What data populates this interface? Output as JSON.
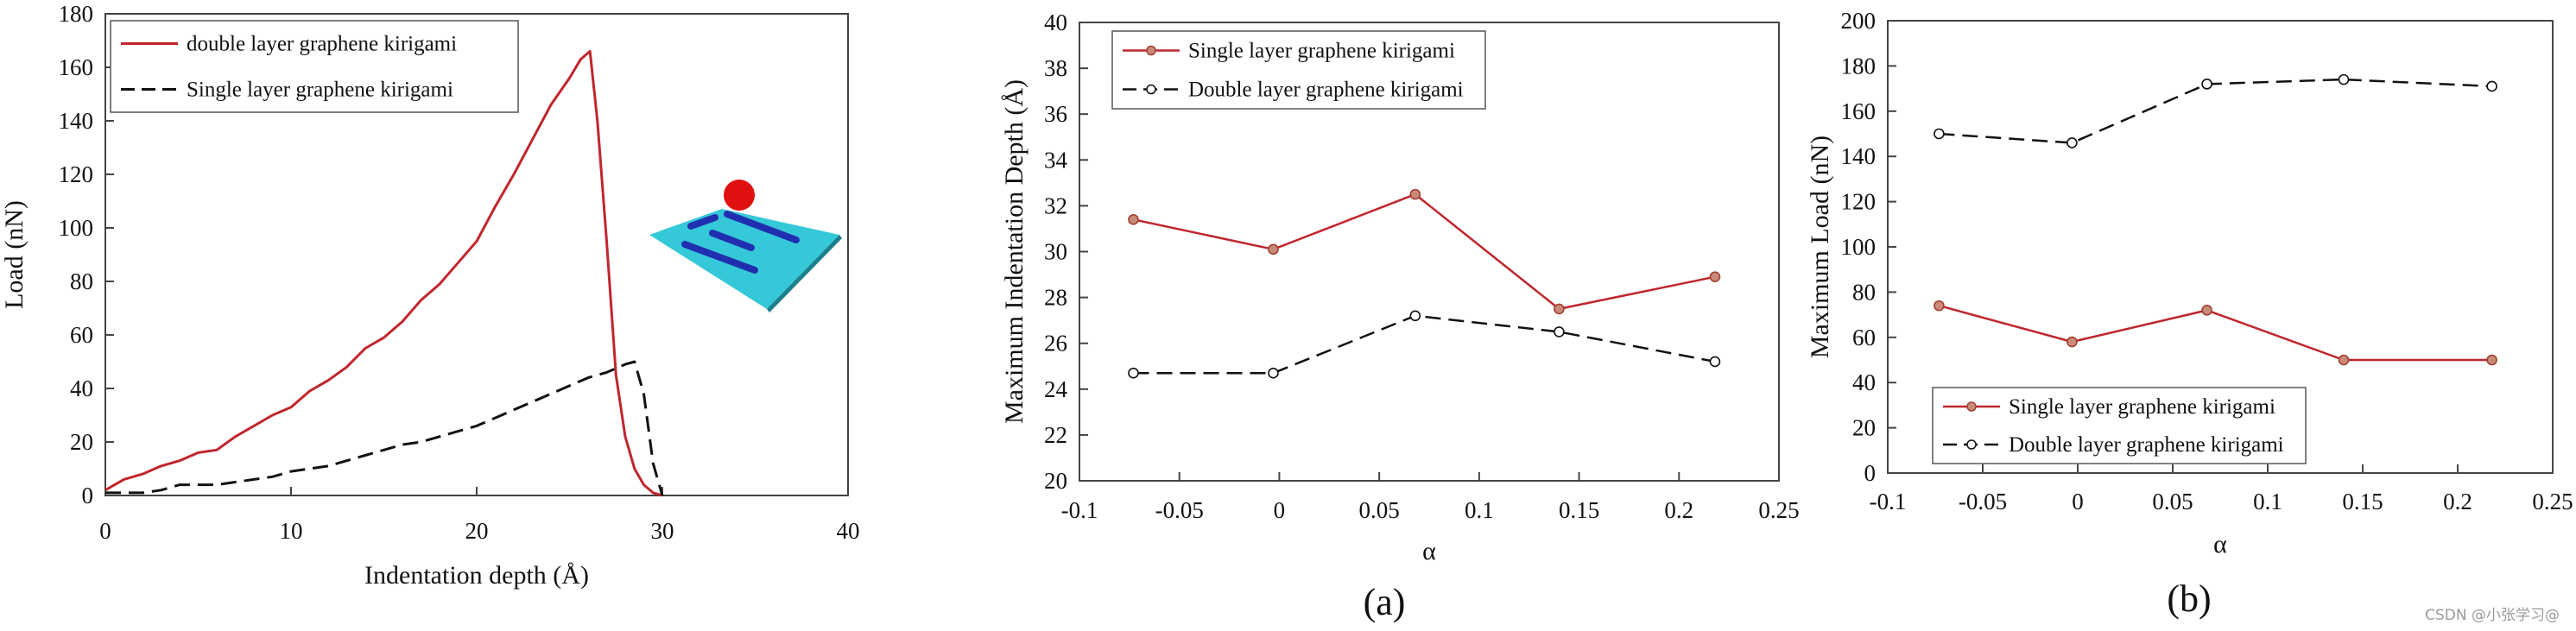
{
  "chart_data": [
    {
      "type": "line",
      "title": "",
      "xlabel": "Indentation depth (Å)",
      "ylabel": "Load (nN)",
      "xlim": [
        0,
        40
      ],
      "ylim": [
        0,
        180
      ],
      "xticks": [
        0,
        10,
        20,
        30,
        40
      ],
      "yticks": [
        0,
        20,
        40,
        60,
        80,
        100,
        120,
        140,
        160,
        180
      ],
      "grid": false,
      "legend_position": "top-left",
      "series": [
        {
          "name": "double layer graphene kirigami",
          "color": "#c0262d",
          "dash": "solid",
          "marker": "none",
          "x": [
            0,
            1,
            2,
            3,
            4,
            5,
            6,
            7,
            8,
            9,
            10,
            11,
            12,
            13,
            14,
            15,
            16,
            17,
            18,
            19,
            20,
            21,
            22,
            23,
            24,
            25,
            25.6,
            26.1,
            26.5,
            27,
            27.5,
            28,
            28.5,
            29,
            29.5,
            30
          ],
          "y": [
            2,
            6,
            8,
            11,
            13,
            16,
            17,
            22,
            26,
            30,
            33,
            39,
            43,
            48,
            55,
            59,
            65,
            73,
            79,
            87,
            95,
            108,
            120,
            133,
            146,
            156,
            163,
            166,
            140,
            95,
            45,
            22,
            10,
            4,
            1,
            0
          ]
        },
        {
          "name": "Single layer graphene kirigami",
          "color": "#111111",
          "dash": "dashed",
          "marker": "none",
          "x": [
            0,
            1,
            2,
            3,
            4,
            5,
            6,
            7,
            8,
            9,
            10,
            11,
            12,
            13,
            14,
            15,
            16,
            17,
            18,
            19,
            20,
            21,
            22,
            23,
            24,
            25,
            26,
            27,
            28,
            28.5,
            29,
            29.5,
            30
          ],
          "y": [
            1,
            1,
            1,
            2,
            4,
            4,
            4,
            5,
            6,
            7,
            9,
            10,
            11,
            13,
            15,
            17,
            19,
            20,
            22,
            24,
            26,
            29,
            32,
            35,
            38,
            41,
            44,
            46,
            49,
            50,
            38,
            12,
            0
          ]
        }
      ]
    },
    {
      "type": "line",
      "title": "",
      "caption": "(a)",
      "xlabel": "α",
      "ylabel": "Maximum Indentation Depth (Å)",
      "xlim": [
        -0.1,
        0.25
      ],
      "ylim": [
        20,
        40
      ],
      "xticks": [
        -0.1,
        -0.05,
        0,
        0.05,
        0.1,
        0.15,
        0.2,
        0.25
      ],
      "xtick_labels": [
        "-0.1",
        "-0.05",
        "0",
        "0.05",
        "0.1",
        "0.15",
        "0.2",
        "0.25"
      ],
      "yticks": [
        20,
        22,
        24,
        26,
        28,
        30,
        32,
        34,
        36,
        38,
        40
      ],
      "grid": false,
      "legend_position": "top-left",
      "series": [
        {
          "name": "Single layer graphene kirigami",
          "color": "#c0262d",
          "dash": "solid",
          "marker": "filled-circle",
          "x": [
            -0.073,
            -0.003,
            0.068,
            0.14,
            0.218
          ],
          "y": [
            31.4,
            30.1,
            32.5,
            27.5,
            28.9
          ]
        },
        {
          "name": "Double layer graphene  kirigami",
          "color": "#111111",
          "dash": "dashed",
          "marker": "open-circle",
          "x": [
            -0.073,
            -0.003,
            0.068,
            0.14,
            0.218
          ],
          "y": [
            24.7,
            24.7,
            27.2,
            26.5,
            25.2
          ]
        }
      ]
    },
    {
      "type": "line",
      "title": "",
      "caption": "(b)",
      "xlabel": "α",
      "ylabel": "Maximum Load (nN)",
      "xlim": [
        -0.1,
        0.25
      ],
      "ylim": [
        0,
        200
      ],
      "xticks": [
        -0.1,
        -0.05,
        0,
        0.05,
        0.1,
        0.15,
        0.2,
        0.25
      ],
      "xtick_labels": [
        "-0.1",
        "-0.05",
        "0",
        "0.05",
        "0.1",
        "0.15",
        "0.2",
        "0.25"
      ],
      "yticks": [
        0,
        20,
        40,
        60,
        80,
        100,
        120,
        140,
        160,
        180,
        200
      ],
      "grid": false,
      "legend_position": "bottom-left",
      "series": [
        {
          "name": "Single layer graphene kirigami",
          "color": "#c0262d",
          "dash": "solid",
          "marker": "filled-circle",
          "x": [
            -0.073,
            -0.003,
            0.068,
            0.14,
            0.218
          ],
          "y": [
            74,
            58,
            72,
            50,
            50
          ]
        },
        {
          "name": "Double layer graphene kirigami",
          "color": "#111111",
          "dash": "dashed",
          "marker": "open-circle",
          "x": [
            -0.073,
            -0.003,
            0.068,
            0.14,
            0.218
          ],
          "y": [
            150,
            146,
            172,
            174,
            171
          ]
        }
      ]
    }
  ],
  "inset": {
    "sheet_color": "#35c8d8",
    "cut_color": "#1f2fb0",
    "ball_color": "#e01010"
  },
  "watermark": "CSDN @小张学习@"
}
